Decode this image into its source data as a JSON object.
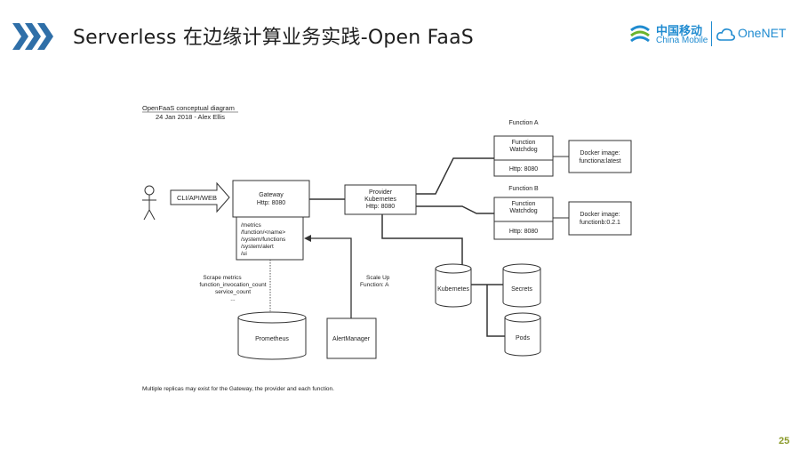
{
  "header": {
    "title": "Serverless 在边缘计算业务实践-Open FaaS",
    "logo_cm_cn": "中国移动",
    "logo_cm_en": "China Mobile",
    "logo_onenet": "OneNET",
    "accent_color": "#1f8bd0"
  },
  "diagram": {
    "caption_title": "OpenFaaS conceptual diagram",
    "caption_date": "24 Jan 2018 - Alex Ellis",
    "arrow_label": "CLI/API/WEB",
    "gateway": {
      "name": "Gateway",
      "port": "Http: 8080"
    },
    "routes": [
      "/metrics",
      "/function/<name>",
      "/system/functions",
      "/system/alert",
      "/ui"
    ],
    "provider": {
      "name": "Provider",
      "platform": "Kubernetes",
      "port": "Http: 8080"
    },
    "function_a": {
      "label": "Function A",
      "name": "Function",
      "role": "Watchdog",
      "port": "Http: 8080",
      "image_label": "Docker image:",
      "image": "functiona:latest"
    },
    "function_b": {
      "label": "Function B",
      "name": "Function",
      "role": "Watchdog",
      "port": "Http: 8080",
      "image_label": "Docker image:",
      "image": "functionb:0.2.1"
    },
    "scrape": {
      "line1": "Scrape metrics",
      "line2": "function_invocation_count",
      "line3": "service_count",
      "line4": "..."
    },
    "scale": {
      "line1": "Scale Up",
      "line2": "Function: A"
    },
    "prometheus": "Prometheus",
    "alertmanager": "AlertManager",
    "kubernetes": "Kubernetes",
    "secrets": "Secrets",
    "pods": "Pods",
    "footnote": "Multiple replicas may exist for the Gateway, the provider and each function."
  },
  "page_number": "25"
}
